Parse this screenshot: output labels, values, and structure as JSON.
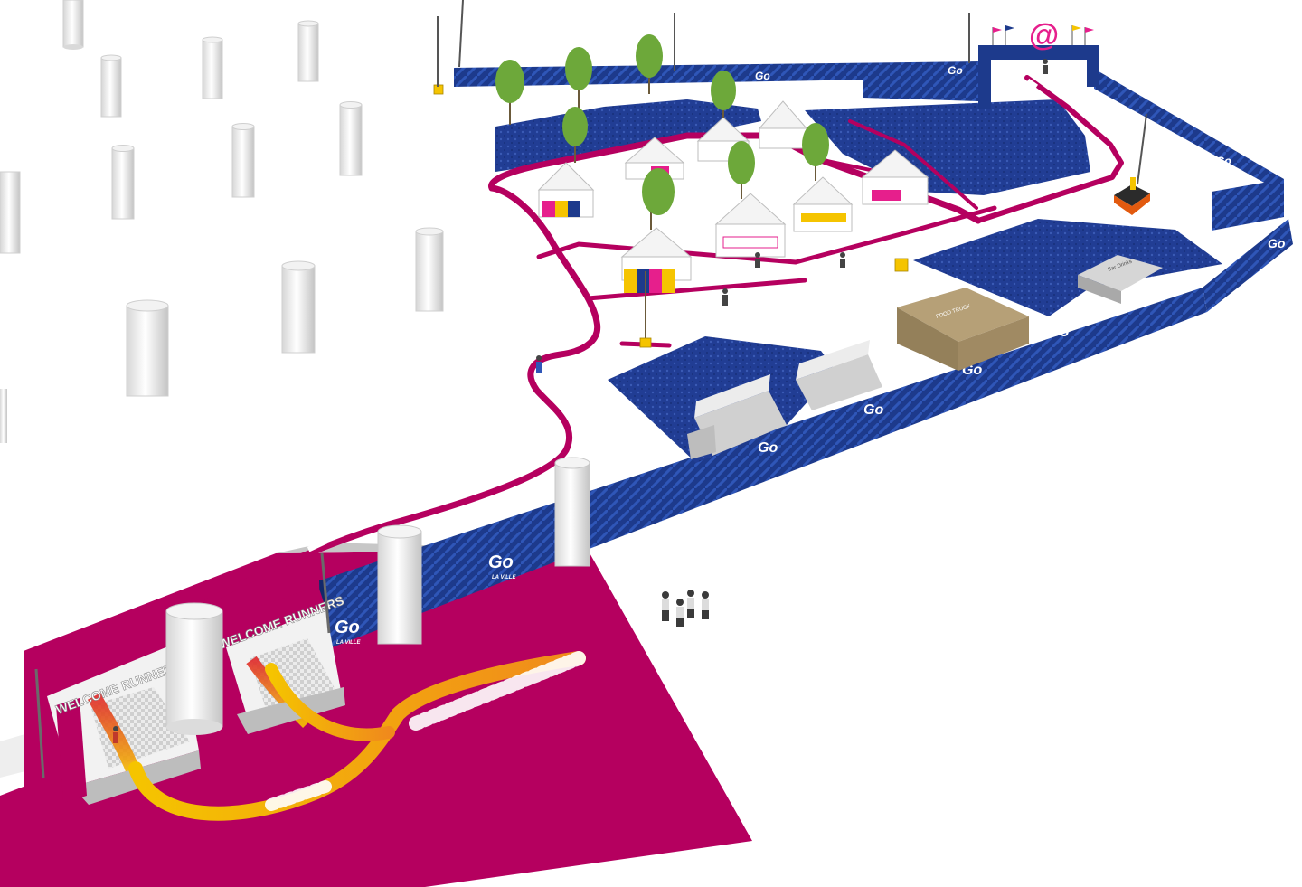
{
  "brand": {
    "logo_text": "Go",
    "logo_subtext": "LA VILLE",
    "arch_logo_text": "@"
  },
  "entrance": {
    "welcome_sign_left": "WELCOME RUNNERS",
    "welcome_sign_right": "WELCOME RUNNERS"
  },
  "venue_signs": {
    "stage_label": "Bar Drinks",
    "box_label": "FOOD TRUCK"
  },
  "colors": {
    "magenta": "#b5005f",
    "navy": "#1d3a8c",
    "carpet": "#213d94",
    "gold": "#f5c400",
    "orange": "#f08a1c",
    "tent": "#f4f4f4",
    "tan": "#a08a63"
  },
  "icons": [
    "light-pole-icon",
    "tree-icon",
    "tent-icon",
    "runner-icon",
    "pillar-icon",
    "flag-icon"
  ]
}
